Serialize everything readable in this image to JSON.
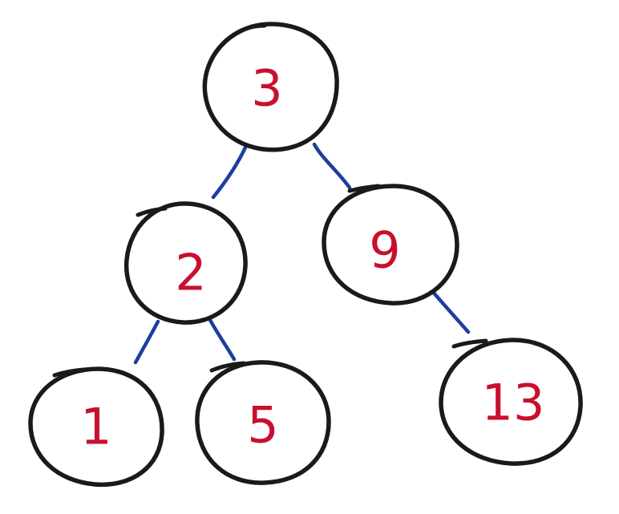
{
  "tree": {
    "nodes": [
      {
        "id": "n3",
        "label": "3"
      },
      {
        "id": "n2",
        "label": "2"
      },
      {
        "id": "n9",
        "label": "9"
      },
      {
        "id": "n1",
        "label": "1"
      },
      {
        "id": "n5",
        "label": "5"
      },
      {
        "id": "n13",
        "label": "13"
      }
    ],
    "edges": [
      {
        "from": "n3",
        "to": "n2"
      },
      {
        "from": "n3",
        "to": "n9"
      },
      {
        "from": "n2",
        "to": "n1"
      },
      {
        "from": "n2",
        "to": "n5"
      },
      {
        "from": "n9",
        "to": "n13"
      }
    ],
    "colors": {
      "node_outline": "#1a1a1a",
      "label": "#c8102e",
      "edge": "#1b3f9e"
    }
  }
}
